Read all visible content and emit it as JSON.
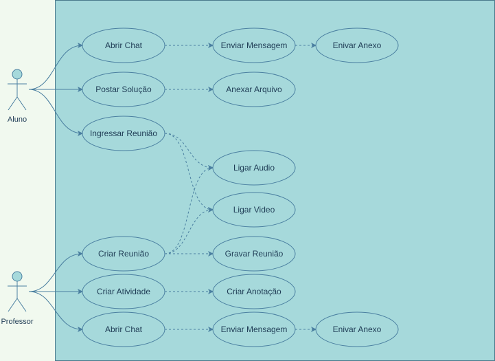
{
  "diagram": {
    "type": "use-case",
    "colors": {
      "background": "#f1f9ef",
      "system_fill": "#a6d9db",
      "stroke": "#4a7fa0",
      "text": "#1f3c55"
    },
    "actors": {
      "aluno": {
        "label": "Aluno"
      },
      "professor": {
        "label": "Professor"
      }
    },
    "use_cases": {
      "abrir_chat_1": "Abrir Chat",
      "enviar_mensagem_1": "Enviar Mensagem",
      "enivar_anexo_1": "Enivar Anexo",
      "postar_solucao": "Postar Solução",
      "anexar_arquivo": "Anexar Arquivo",
      "ingressar_reuniao": "Ingressar Reunião",
      "ligar_audio": "Ligar Audio",
      "ligar_video": "Ligar Video",
      "criar_reuniao": "Criar Reunião",
      "gravar_reuniao": "Gravar Reunião",
      "criar_atividade": "Criar Atividade",
      "criar_anotacao": "Criar Anotação",
      "abrir_chat_2": "Abrir Chat",
      "enviar_mensagem_2": "Enviar Mensagem",
      "enivar_anexo_2": "Enivar Anexo"
    },
    "associations": [
      [
        "aluno",
        "abrir_chat_1"
      ],
      [
        "aluno",
        "postar_solucao"
      ],
      [
        "aluno",
        "ingressar_reuniao"
      ],
      [
        "professor",
        "criar_reuniao"
      ],
      [
        "professor",
        "criar_atividade"
      ],
      [
        "professor",
        "abrir_chat_2"
      ]
    ],
    "dependencies": [
      [
        "abrir_chat_1",
        "enviar_mensagem_1"
      ],
      [
        "enviar_mensagem_1",
        "enivar_anexo_1"
      ],
      [
        "postar_solucao",
        "anexar_arquivo"
      ],
      [
        "ingressar_reuniao",
        "ligar_audio"
      ],
      [
        "ingressar_reuniao",
        "ligar_video"
      ],
      [
        "criar_reuniao",
        "ligar_audio"
      ],
      [
        "criar_reuniao",
        "ligar_video"
      ],
      [
        "criar_reuniao",
        "gravar_reuniao"
      ],
      [
        "criar_atividade",
        "criar_anotacao"
      ],
      [
        "abrir_chat_2",
        "enviar_mensagem_2"
      ],
      [
        "enviar_mensagem_2",
        "enivar_anexo_2"
      ]
    ]
  }
}
